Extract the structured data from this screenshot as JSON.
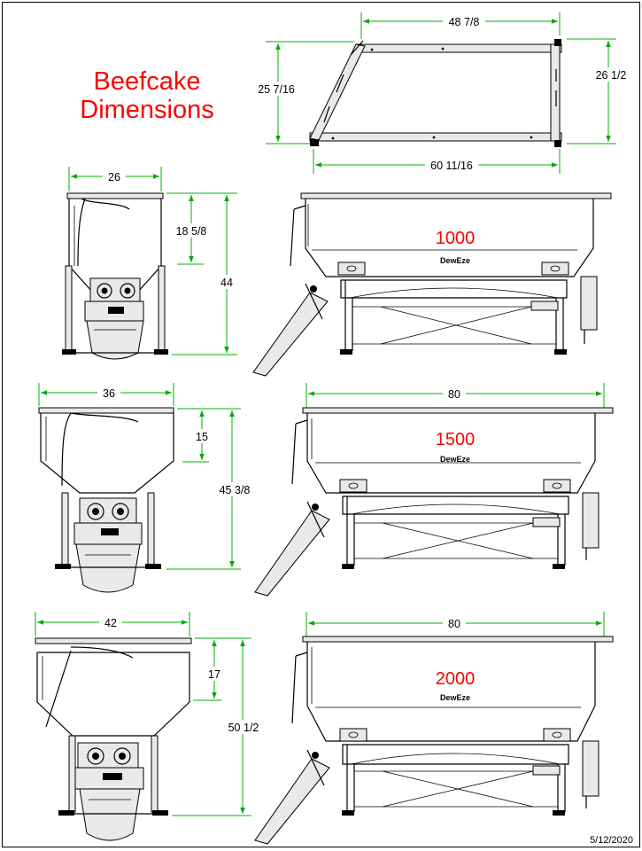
{
  "title_line1": "Beefcake",
  "title_line2": "Dimensions",
  "date": "5/12/2020",
  "brand": "DewEze",
  "frame_dims": {
    "top": "48 7/8",
    "left": "25 7/16",
    "right": "26 1/2",
    "bottom": "60 11/16"
  },
  "units": [
    {
      "model": "1000",
      "width": "26",
      "upper": "18 5/8",
      "height": "44",
      "length": ""
    },
    {
      "model": "1500",
      "width": "36",
      "upper": "15",
      "height": "45 3/8",
      "length": "80"
    },
    {
      "model": "2000",
      "width": "42",
      "upper": "17",
      "height": "50 1/2",
      "length": "80"
    }
  ],
  "colors": {
    "model_label": "#ff0000",
    "dimension": "#00b000",
    "ink": "#000000"
  }
}
